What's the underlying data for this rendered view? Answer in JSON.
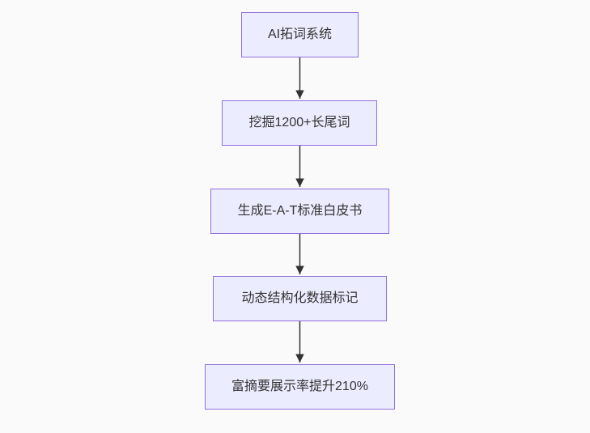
{
  "background_color": "#fafafa",
  "flowchart": {
    "type": "flowchart",
    "direction": "top-down",
    "nodes": [
      {
        "id": "n1",
        "label": "AI拓词系统"
      },
      {
        "id": "n2",
        "label": "挖掘1200+长尾词"
      },
      {
        "id": "n3",
        "label": "生成E-A-T标准白皮书"
      },
      {
        "id": "n4",
        "label": "动态结构化数据标记"
      },
      {
        "id": "n5",
        "label": "富摘要展示率提升210%"
      }
    ],
    "edges": [
      {
        "from": "n1",
        "to": "n2",
        "style": "arrow-down"
      },
      {
        "from": "n2",
        "to": "n3",
        "style": "arrow-down"
      },
      {
        "from": "n3",
        "to": "n4",
        "style": "arrow-down"
      },
      {
        "from": "n4",
        "to": "n5",
        "style": "arrow-down"
      }
    ],
    "colors": {
      "node_fill": "#ececff",
      "node_border": "#9370db",
      "edge": "#333333",
      "text": "#333333"
    }
  }
}
